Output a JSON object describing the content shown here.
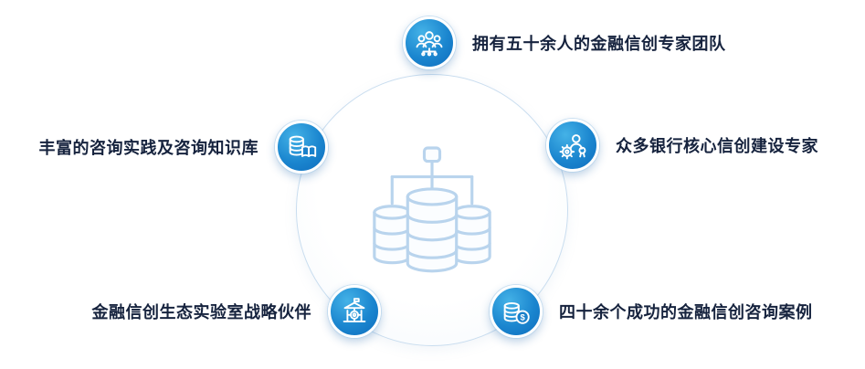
{
  "diagram": {
    "center": {
      "icon": "database-cluster-icon"
    },
    "items": [
      {
        "id": "team",
        "position": "top",
        "icon": "team-icon",
        "label": "拥有五十余人的金融信创专家团队"
      },
      {
        "id": "experts",
        "position": "right",
        "icon": "expert-medal-icon",
        "label": "众多银行核心信创建设专家"
      },
      {
        "id": "knowledge",
        "position": "left",
        "icon": "knowledge-base-icon",
        "label": "丰富的咨询实践及咨询知识库"
      },
      {
        "id": "lab",
        "position": "bottom-left",
        "icon": "lab-building-icon",
        "label": "金融信创生态实验室战略伙伴"
      },
      {
        "id": "cases",
        "position": "bottom-right",
        "icon": "coin-cases-icon",
        "label": "四十余个成功的金融信创咨询案例"
      }
    ],
    "colors": {
      "badge_gradient_start": "#44b2e7",
      "badge_gradient_end": "#0e6cbd",
      "badge_ring": "#ffffff",
      "center_circle_border": "#c9ddef",
      "center_icon": "#b9d4ed",
      "label_text": "#16233e"
    }
  }
}
